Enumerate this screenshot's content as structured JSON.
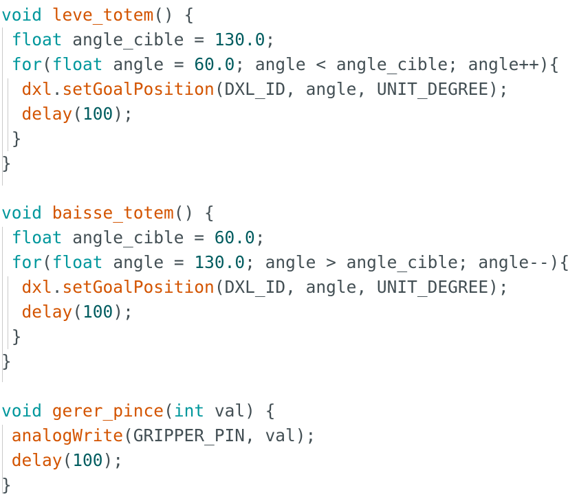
{
  "editor": {
    "colors": {
      "background": "#ffffff",
      "keyword": "#00979c",
      "function": "#d35400",
      "number": "#005c5f",
      "text": "#434f54",
      "indent_guide": "#c9c9c9"
    },
    "lines": [
      [
        {
          "t": "void",
          "c": "kw"
        },
        {
          "t": " ",
          "c": "plain"
        },
        {
          "t": "leve_totem",
          "c": "fn"
        },
        {
          "t": "() {",
          "c": "plain"
        }
      ],
      [
        {
          "t": " ",
          "c": "plain"
        },
        {
          "t": "float",
          "c": "kw"
        },
        {
          "t": " angle_cible = ",
          "c": "plain"
        },
        {
          "t": "130.0",
          "c": "num"
        },
        {
          "t": ";",
          "c": "plain"
        }
      ],
      [
        {
          "t": " ",
          "c": "plain"
        },
        {
          "t": "for",
          "c": "kw"
        },
        {
          "t": "(",
          "c": "plain"
        },
        {
          "t": "float",
          "c": "kw"
        },
        {
          "t": " angle = ",
          "c": "plain"
        },
        {
          "t": "60.0",
          "c": "num"
        },
        {
          "t": "; angle < angle_cible; angle++){",
          "c": "plain"
        }
      ],
      [
        {
          "t": "  ",
          "c": "plain"
        },
        {
          "t": "dxl",
          "c": "fn"
        },
        {
          "t": ".",
          "c": "plain"
        },
        {
          "t": "setGoalPosition",
          "c": "fn"
        },
        {
          "t": "(DXL_ID, angle, UNIT_DEGREE);",
          "c": "plain"
        }
      ],
      [
        {
          "t": "  ",
          "c": "plain"
        },
        {
          "t": "delay",
          "c": "fn"
        },
        {
          "t": "(",
          "c": "plain"
        },
        {
          "t": "100",
          "c": "num"
        },
        {
          "t": ");",
          "c": "plain"
        }
      ],
      [
        {
          "t": " }",
          "c": "plain"
        }
      ],
      [
        {
          "t": "}",
          "c": "plain"
        }
      ],
      [],
      [
        {
          "t": "void",
          "c": "kw"
        },
        {
          "t": " ",
          "c": "plain"
        },
        {
          "t": "baisse_totem",
          "c": "fn"
        },
        {
          "t": "() {",
          "c": "plain"
        }
      ],
      [
        {
          "t": " ",
          "c": "plain"
        },
        {
          "t": "float",
          "c": "kw"
        },
        {
          "t": " angle_cible = ",
          "c": "plain"
        },
        {
          "t": "60.0",
          "c": "num"
        },
        {
          "t": ";",
          "c": "plain"
        }
      ],
      [
        {
          "t": " ",
          "c": "plain"
        },
        {
          "t": "for",
          "c": "kw"
        },
        {
          "t": "(",
          "c": "plain"
        },
        {
          "t": "float",
          "c": "kw"
        },
        {
          "t": " angle = ",
          "c": "plain"
        },
        {
          "t": "130.0",
          "c": "num"
        },
        {
          "t": "; angle > angle_cible; angle--){",
          "c": "plain"
        }
      ],
      [
        {
          "t": "  ",
          "c": "plain"
        },
        {
          "t": "dxl",
          "c": "fn"
        },
        {
          "t": ".",
          "c": "plain"
        },
        {
          "t": "setGoalPosition",
          "c": "fn"
        },
        {
          "t": "(DXL_ID, angle, UNIT_DEGREE);",
          "c": "plain"
        }
      ],
      [
        {
          "t": "  ",
          "c": "plain"
        },
        {
          "t": "delay",
          "c": "fn"
        },
        {
          "t": "(",
          "c": "plain"
        },
        {
          "t": "100",
          "c": "num"
        },
        {
          "t": ");",
          "c": "plain"
        }
      ],
      [
        {
          "t": " }",
          "c": "plain"
        }
      ],
      [
        {
          "t": "}",
          "c": "plain"
        }
      ],
      [],
      [
        {
          "t": "void",
          "c": "kw"
        },
        {
          "t": " ",
          "c": "plain"
        },
        {
          "t": "gerer_pince",
          "c": "fn"
        },
        {
          "t": "(",
          "c": "plain"
        },
        {
          "t": "int",
          "c": "kw"
        },
        {
          "t": " val) {",
          "c": "plain"
        }
      ],
      [
        {
          "t": " ",
          "c": "plain"
        },
        {
          "t": "analogWrite",
          "c": "fn"
        },
        {
          "t": "(GRIPPER_PIN, val);",
          "c": "plain"
        }
      ],
      [
        {
          "t": " ",
          "c": "plain"
        },
        {
          "t": "delay",
          "c": "fn"
        },
        {
          "t": "(",
          "c": "plain"
        },
        {
          "t": "100",
          "c": "num"
        },
        {
          "t": ");",
          "c": "plain"
        }
      ],
      [
        {
          "t": "}",
          "c": "plain"
        }
      ]
    ]
  }
}
